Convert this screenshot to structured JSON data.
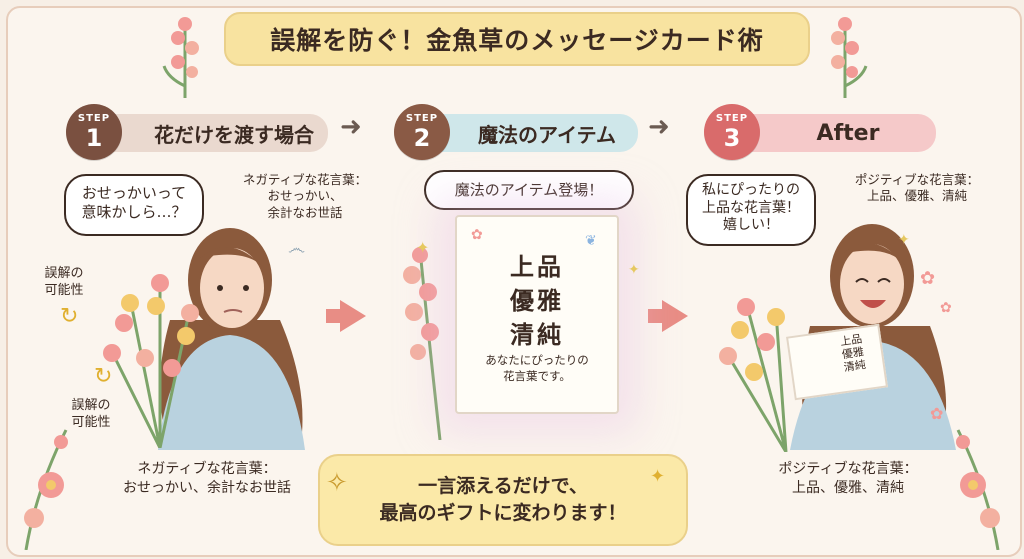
{
  "title": "誤解を防ぐ！金魚草のメッセージカード術",
  "steps": [
    {
      "word": "STEP",
      "num": "1",
      "label": "花だけを渡す場合",
      "color": "#7a5040",
      "bar": "#ead9cf"
    },
    {
      "word": "STEP",
      "num": "2",
      "label": "魔法のアイテム",
      "color": "#8a5a45",
      "bar": "#cfe7ea"
    },
    {
      "word": "STEP",
      "num": "3",
      "label": "After",
      "color": "#d96b6b",
      "bar": "#f5c9c9"
    }
  ],
  "left": {
    "bubble": "おせっかいって\n意味かしら…？",
    "note": "ネガティブな花言葉：\nおせっかい、\n余計なお世話",
    "misread1": "誤解の\n可能性",
    "misread2": "誤解の\n可能性",
    "caption": "ネガティブな花言葉：\nおせっかい、余計なお世話"
  },
  "center": {
    "bubble": "魔法のアイテム登場！",
    "card_words": [
      "上品",
      "優雅",
      "清純"
    ],
    "card_msg": "あなたにぴったりの\n花言葉です。"
  },
  "right": {
    "bubble": "私にぴったりの\n上品な花言葉！\n嬉しい！",
    "note": "ポジティブな花言葉：\n上品、優雅、清純",
    "mini_card": "上品\n優雅\n清純",
    "caption": "ポジティブな花言葉：\n上品、優雅、清純"
  },
  "banner": {
    "line1": "一言添えるだけで、",
    "line2": "最高のギフトに変わります！"
  },
  "colors": {
    "flower": "#f29a96",
    "flower_yellow": "#f3c96b",
    "leaf": "#7da46a",
    "shirt": "#b9d2df",
    "hair": "#8b5a3c",
    "skin": "#f6d8c4"
  }
}
